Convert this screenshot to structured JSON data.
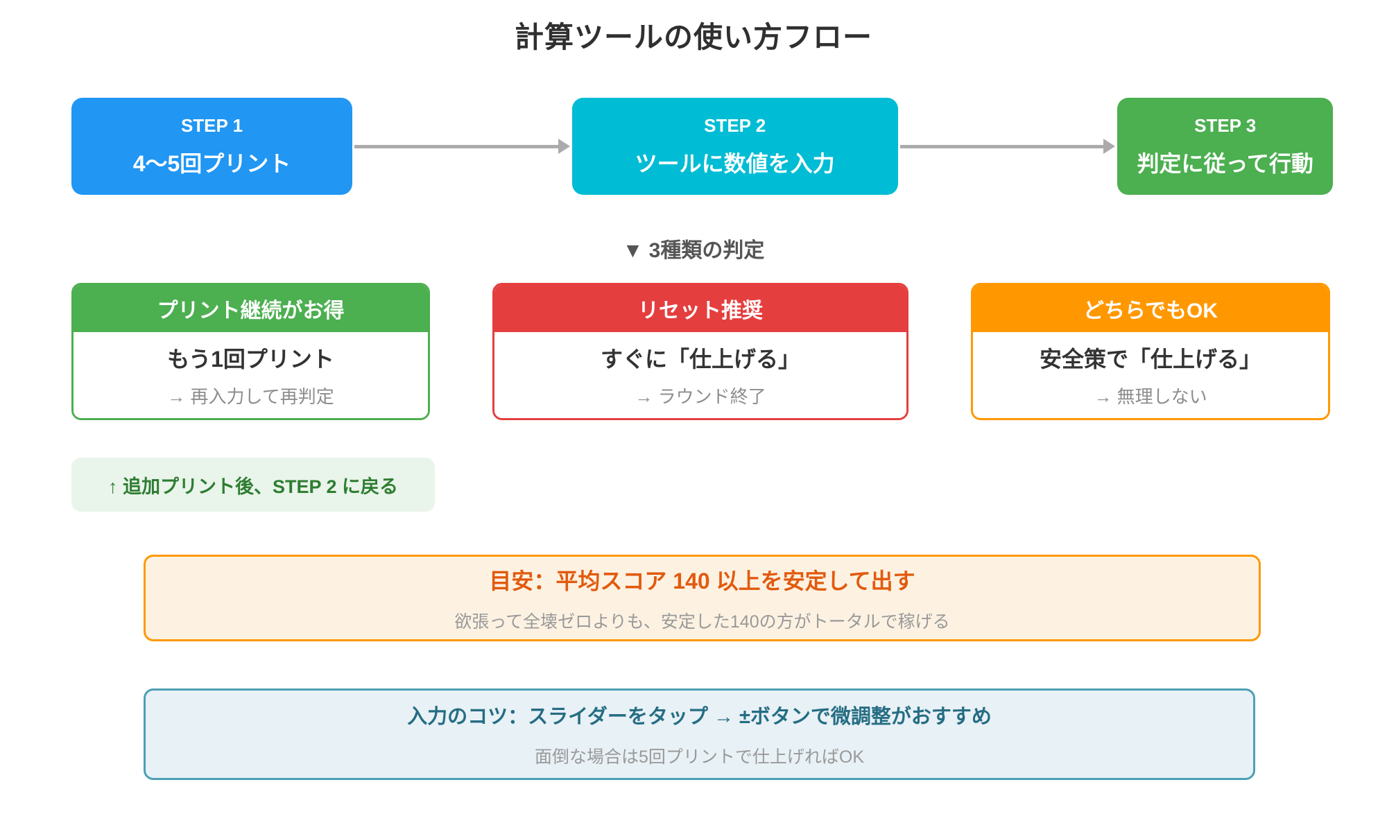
{
  "page": {
    "title": "計算ツールの使い方フロー"
  },
  "flow_steps": [
    {
      "label": "STEP 1",
      "title": "4〜5回プリント",
      "color": "#2196F3"
    },
    {
      "label": "STEP 2",
      "title": "ツールに数値を入力",
      "color": "#00BCD4"
    },
    {
      "label": "STEP 3",
      "title": "判定に従って行動",
      "color": "#4CAF50"
    }
  ],
  "arrow_color": "#ABABAB",
  "judgment_section": {
    "heading": "▼ 3種類の判定",
    "cards": [
      {
        "header": "プリント継続がお得",
        "action": "もう1回プリント",
        "note": "→ 再入力して再判定",
        "color": "#4CAF50"
      },
      {
        "header": "リセット推奨",
        "action": "すぐに「仕上げる」",
        "note": "→ ラウンド終了",
        "color": "#E53E3E"
      },
      {
        "header": "どちらでもOK",
        "action": "安全策で「仕上げる」",
        "note": "→ 無理しない",
        "color": "#FF9800"
      }
    ]
  },
  "loop_note": {
    "text": "↑ 追加プリント後、STEP 2 に戻る",
    "text_color": "#2E7D32",
    "bg_color": "#E9F4EA"
  },
  "goal_box": {
    "title": "目安：平均スコア 140 以上を安定して出す",
    "subtitle": "欲張って全壊ゼロよりも、安定した140の方がトータルで稼げる",
    "title_color": "#E25A0E",
    "border_color": "#FF9800",
    "bg_color": "#FDF2E2"
  },
  "tip_box": {
    "title": "入力のコツ：スライダーをタップ → ±ボタンで微調整がおすすめ",
    "subtitle": "面倒な場合は5回プリントで仕上げればOK",
    "title_color": "#256D83",
    "border_color": "#4C9FB5",
    "bg_color": "#E8F1F6"
  }
}
